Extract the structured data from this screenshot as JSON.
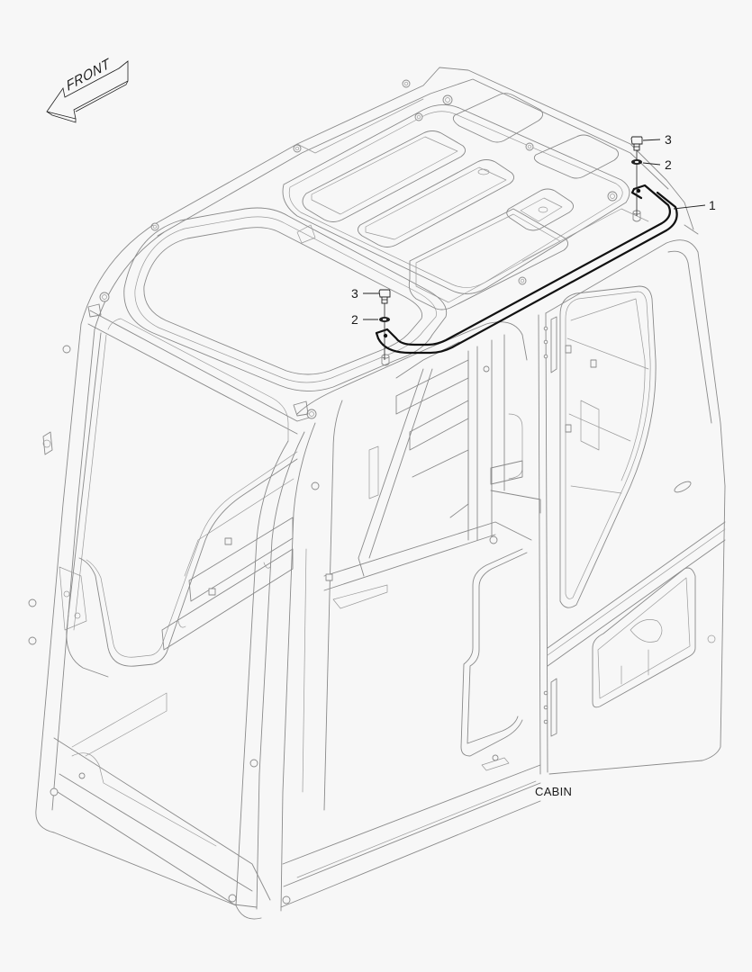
{
  "diagram": {
    "title": "CABIN",
    "orientation_arrow": {
      "label": "FRONT",
      "icon": "front-direction-arrow-icon"
    },
    "callouts": [
      {
        "id": "c1",
        "number": "1",
        "part": "handrail bar"
      },
      {
        "id": "c2a",
        "number": "2",
        "part": "washer"
      },
      {
        "id": "c3a",
        "number": "3",
        "part": "bolt"
      },
      {
        "id": "c2b",
        "number": "2",
        "part": "washer"
      },
      {
        "id": "c3b",
        "number": "3",
        "part": "bolt"
      }
    ],
    "colors": {
      "background": "#f7f7f7",
      "line_art": "#8a8a8a",
      "highlight_part": "#111111",
      "text": "#1a1a1a"
    }
  }
}
